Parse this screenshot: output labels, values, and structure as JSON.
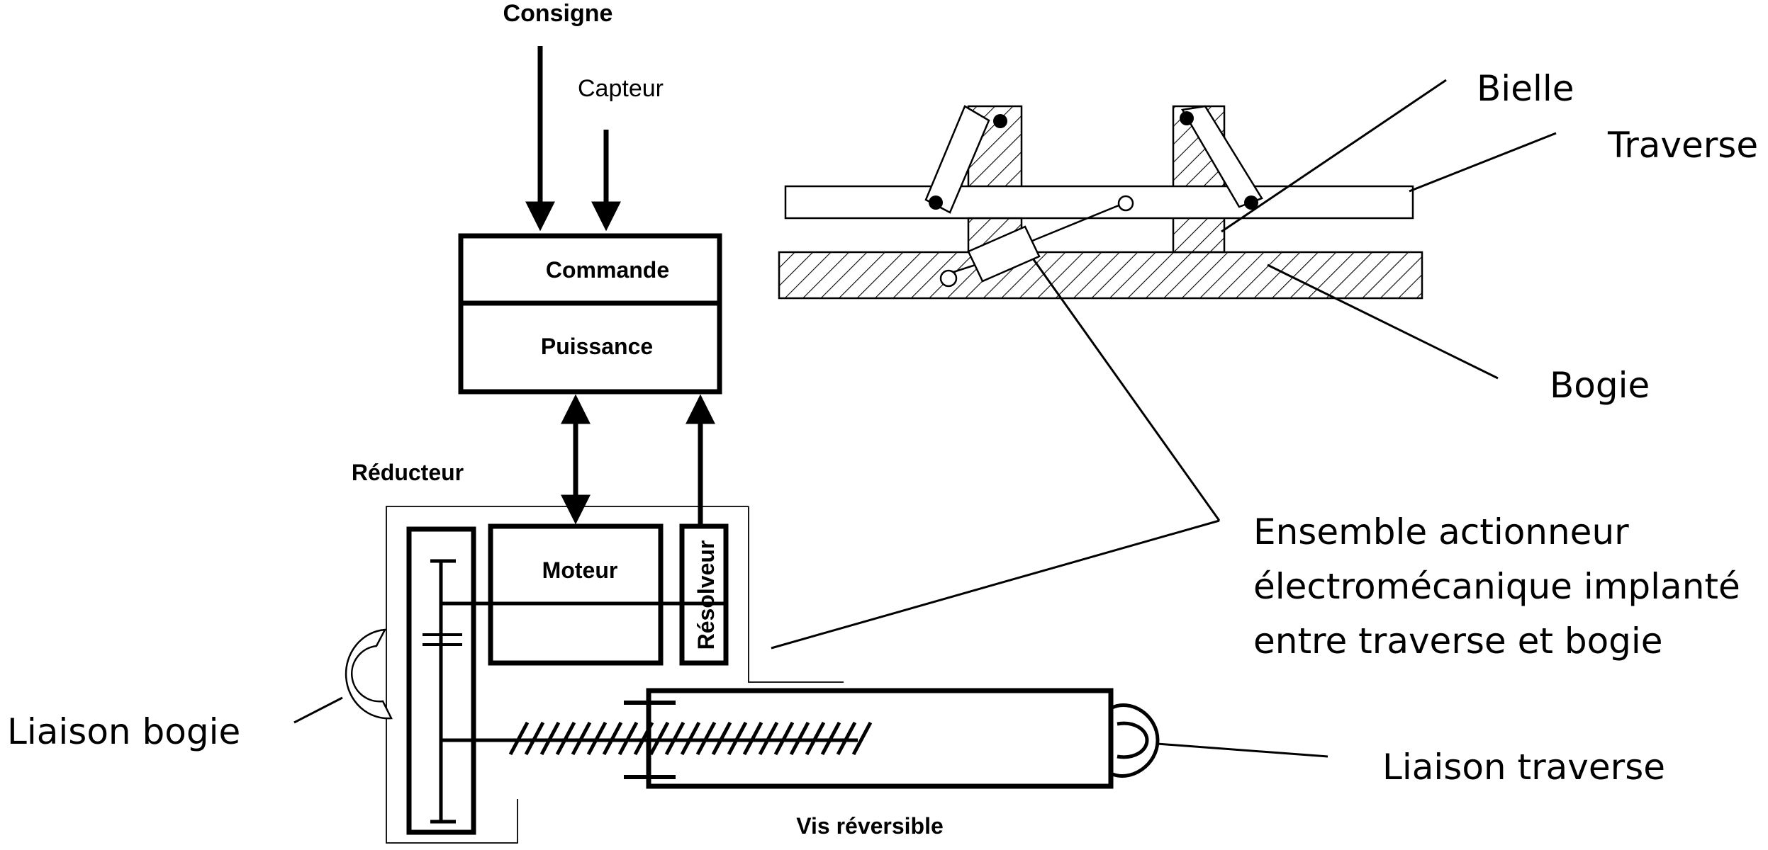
{
  "block_diagram": {
    "inputs": {
      "consigne": "Consigne",
      "capteur": "Capteur"
    },
    "blocks": {
      "commande": "Commande",
      "puissance": "Puissance"
    },
    "reducteur": "Réducteur",
    "moteur": "Moteur",
    "resolveur": "Résolveur",
    "vis": "Vis réversible"
  },
  "mechanism": {
    "bielle": "Bielle",
    "traverse": "Traverse",
    "bogie": "Bogie"
  },
  "callouts": {
    "ensemble_line1": "Ensemble actionneur",
    "ensemble_line2": "électromécanique implanté",
    "ensemble_line3": "entre traverse et bogie",
    "liaison_bogie": "Liaison bogie",
    "liaison_traverse": "Liaison traverse"
  }
}
